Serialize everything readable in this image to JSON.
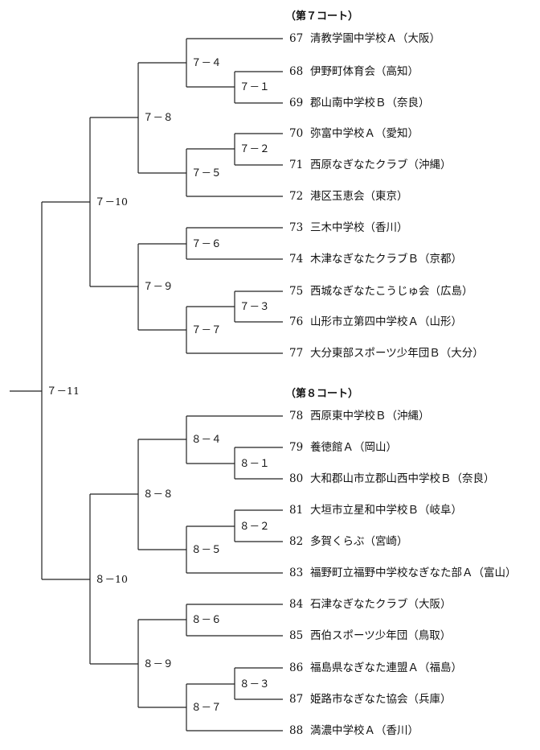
{
  "courts": [
    {
      "heading": "（第７コート）"
    },
    {
      "heading": "（第８コート）"
    }
  ],
  "teams": [
    {
      "no": "67",
      "name": "清教学園中学校Ａ（大阪）"
    },
    {
      "no": "68",
      "name": "伊野町体育会（高知）"
    },
    {
      "no": "69",
      "name": "郡山南中学校Ｂ（奈良）"
    },
    {
      "no": "70",
      "name": "弥富中学校Ａ（愛知）"
    },
    {
      "no": "71",
      "name": "西原なぎなたクラブ（沖縄）"
    },
    {
      "no": "72",
      "name": "港区玉恵会（東京）"
    },
    {
      "no": "73",
      "name": "三木中学校（香川）"
    },
    {
      "no": "74",
      "name": "木津なぎなたクラブＢ（京都）"
    },
    {
      "no": "75",
      "name": "西城なぎなたこうじゅ会（広島）"
    },
    {
      "no": "76",
      "name": "山形市立第四中学校Ａ（山形）"
    },
    {
      "no": "77",
      "name": "大分東部スポーツ少年団Ｂ（大分）"
    },
    {
      "no": "78",
      "name": "西原東中学校Ｂ（沖縄）"
    },
    {
      "no": "79",
      "name": "養徳館Ａ（岡山）"
    },
    {
      "no": "80",
      "name": "大和郡山市立郡山西中学校Ｂ（奈良）"
    },
    {
      "no": "81",
      "name": "大垣市立星和中学校Ｂ（岐阜）"
    },
    {
      "no": "82",
      "name": "多賀くらぶ（宮崎）"
    },
    {
      "no": "83",
      "name": "福野町立福野中学校なぎなた部Ａ（富山）"
    },
    {
      "no": "84",
      "name": "石津なぎなたクラブ（大阪）"
    },
    {
      "no": "85",
      "name": "西伯スポーツ少年団（鳥取）"
    },
    {
      "no": "86",
      "name": "福島県なぎなた連盟Ａ（福島）"
    },
    {
      "no": "87",
      "name": "姫路市なぎなた協会（兵庫）"
    },
    {
      "no": "88",
      "name": "満濃中学校Ａ（香川）"
    }
  ],
  "matches": {
    "m7_1": "７－１",
    "m7_2": "７－２",
    "m7_3": "７－３",
    "m7_4": "７－４",
    "m7_5": "７－５",
    "m7_6": "７－６",
    "m7_7": "７－７",
    "m7_8": "７－８",
    "m7_9": "７－９",
    "m7_10": "７－10",
    "m7_11": "７－11",
    "m8_1": "８－１",
    "m8_2": "８－２",
    "m8_3": "８－３",
    "m8_4": "８－４",
    "m8_5": "８－５",
    "m8_6": "８－６",
    "m8_7": "８－７",
    "m8_8": "８－８",
    "m8_9": "８－９",
    "m8_10": "８－10"
  }
}
